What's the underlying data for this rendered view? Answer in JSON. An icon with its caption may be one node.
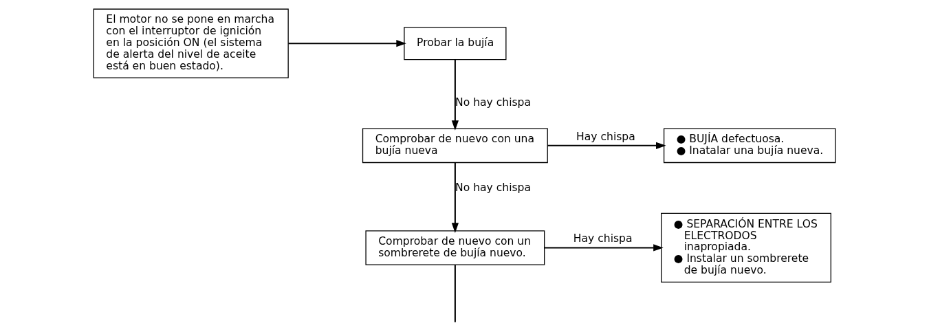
{
  "diagram": {
    "nodes": [
      {
        "text": [
          "El motor no se pone en marcha con el interruptor de ignición en la posición ON (el sistema de alerta del nivel de aceite está en buen estado)."
        ]
      },
      {
        "text": [
          "Probar la bujía"
        ]
      },
      {
        "text": [
          "Comprobar de nuevo con una bujía nueva"
        ]
      },
      {
        "text": [
          "● BUJÍA defectuosa.",
          "● Inatalar una bujía nueva."
        ]
      },
      {
        "text": [
          "Comprobar de nuevo con un sombrerete de bujía nuevo."
        ]
      },
      {
        "text": [
          "● SEPARACIÓN ENTRE LOS ELECTRODOS inapropiada.",
          "● Instalar un sombrerete de bujía nuevo."
        ]
      }
    ],
    "edges": [
      {
        "from": 0,
        "to": 1,
        "arrow": "to"
      },
      {
        "from": 1,
        "to": 2,
        "arrow": "to",
        "label": "No hay chispa"
      },
      {
        "from": 2,
        "to": 3,
        "arrow": "to",
        "label": "Hay chispa"
      },
      {
        "from": 2,
        "to": 4,
        "arrow": "to",
        "label": "No hay chispa"
      },
      {
        "from": 4,
        "to": 5,
        "arrow": "to",
        "label": "Hay chispa"
      },
      {
        "from": 4,
        "to": null,
        "arrow": "none"
      }
    ]
  }
}
